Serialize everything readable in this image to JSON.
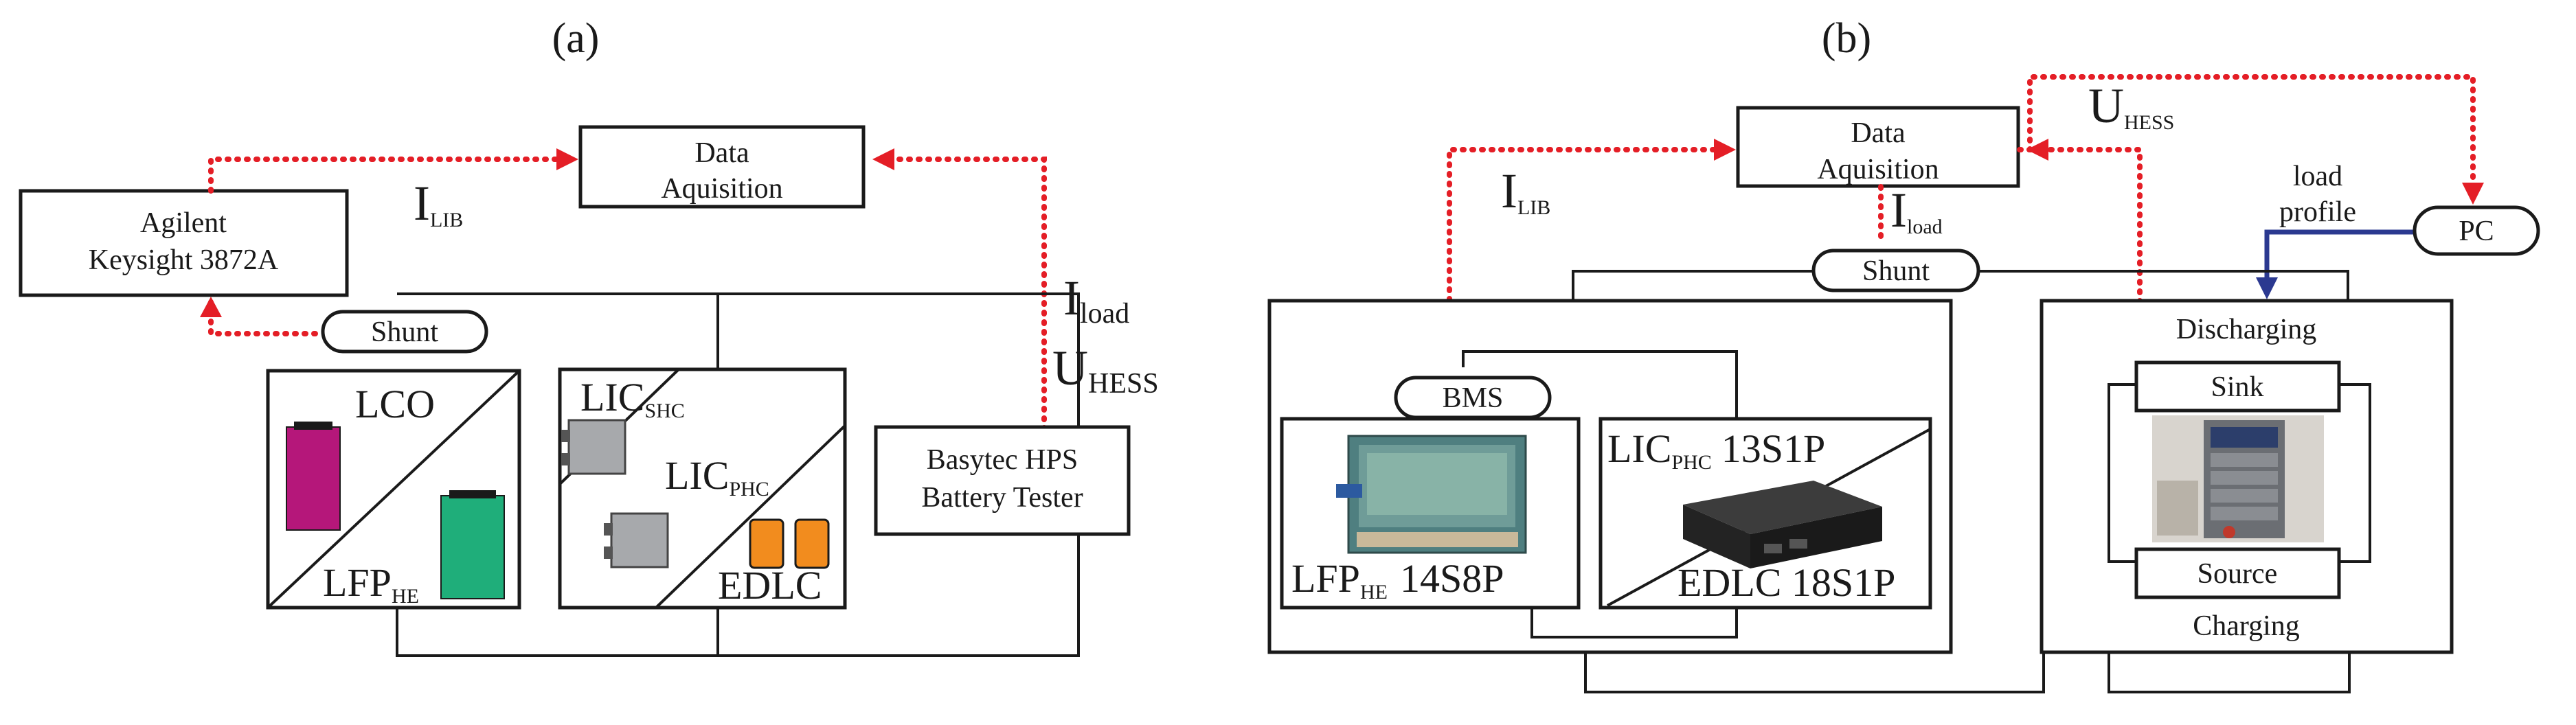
{
  "panel_a": {
    "label": "(a)",
    "agilent_line1": "Agilent",
    "agilent_line2": "Keysight 3872A",
    "daq_line1": "Data",
    "daq_line2": "Aquisition",
    "i_lib_main": "I",
    "i_lib_sub": "LIB",
    "i_load_main": "I",
    "i_load_sub": "load",
    "u_hess_main": "U",
    "u_hess_sub": "HESS",
    "shunt": "Shunt",
    "lco": "LCO",
    "lfp_main": "LFP",
    "lfp_sub": "HE",
    "lic_shc_main": "LIC",
    "lic_shc_sub": "SHC",
    "lic_phc_main": "LIC",
    "lic_phc_sub": "PHC",
    "edlc": "EDLC",
    "tester_line1": "Basytec HPS",
    "tester_line2": "Battery Tester"
  },
  "panel_b": {
    "label": "(b)",
    "daq_line1": "Data",
    "daq_line2": "Aquisition",
    "i_lib_main": "I",
    "i_lib_sub": "LIB",
    "i_load_main": "I",
    "i_load_sub": "load",
    "u_hess_main": "U",
    "u_hess_sub": "HESS",
    "shunt": "Shunt",
    "bms": "BMS",
    "lfp_main": "LFP",
    "lfp_sub": "HE",
    "lfp_config": "14S8P",
    "lic_main": "LIC",
    "lic_sub": "PHC",
    "lic_config": "13S1P",
    "edlc": "EDLC 18S1P",
    "load_line1": "load",
    "load_line2": "profile",
    "pc": "PC",
    "discharging": "Discharging",
    "sink": "Sink",
    "source": "Source",
    "charging": "Charging"
  },
  "colors": {
    "signal": "#e41e26",
    "load_profile": "#2b3990",
    "lco_cell": "#b5177a",
    "lfp_cell": "#1fae7a",
    "lic_cell": "#a7a9ac",
    "edlc_cell": "#f28c1e"
  },
  "icons": {
    "lfp_pack": "battery-pack-photo-icon",
    "lic_edlc_pack": "rack-module-photo-icon",
    "cycler": "battery-cycler-photo-icon"
  }
}
